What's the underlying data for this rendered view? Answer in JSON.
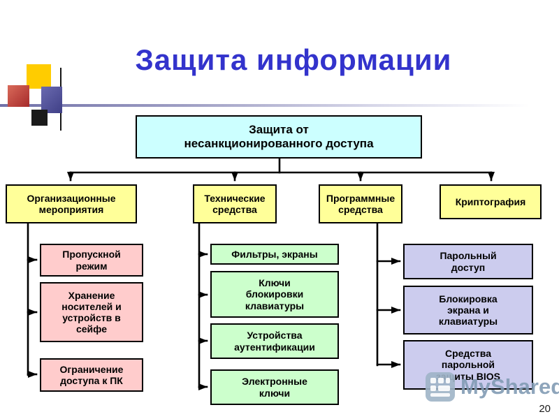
{
  "slide": {
    "title": "Защита информации",
    "page_number": "20",
    "watermark": "MyShared"
  },
  "diagram": {
    "root": "Защита от\nнесанкционированного доступа",
    "categories": [
      {
        "label": "Организационные\nмероприятия",
        "children": [
          "Пропускной\nрежим",
          "Хранение\nносителей и\nустройств в\nсейфе",
          "Ограничение\nдоступа к ПК"
        ]
      },
      {
        "label": "Технические\nсредства",
        "children": [
          "Фильтры, экраны",
          "Ключи\nблокировки\nклавиатуры",
          "Устройства\nаутентификации",
          "Электронные\nключи"
        ]
      },
      {
        "label": "Программные\nсредства",
        "children": [
          "Парольный\nдоступ",
          "Блокировка\nэкрана и\nклавиатуры",
          "Средства\nпарольной\nзащиты BIOS"
        ]
      },
      {
        "label": "Криптография",
        "children": []
      }
    ]
  },
  "colors": {
    "title_color": "#3333CC",
    "connector_color": "#000000",
    "root_fill": "#CCFFFF",
    "category_fill": "#FFFF99",
    "organizational_fill": "#FFCCCC",
    "technical_fill": "#CCFFCC",
    "software_fill": "#CCCCEE",
    "watermark_color": "#82A0B8",
    "deco_yellow": "#FFCC00",
    "deco_red": "#A52A2A",
    "deco_purple": "#3F3F86"
  }
}
